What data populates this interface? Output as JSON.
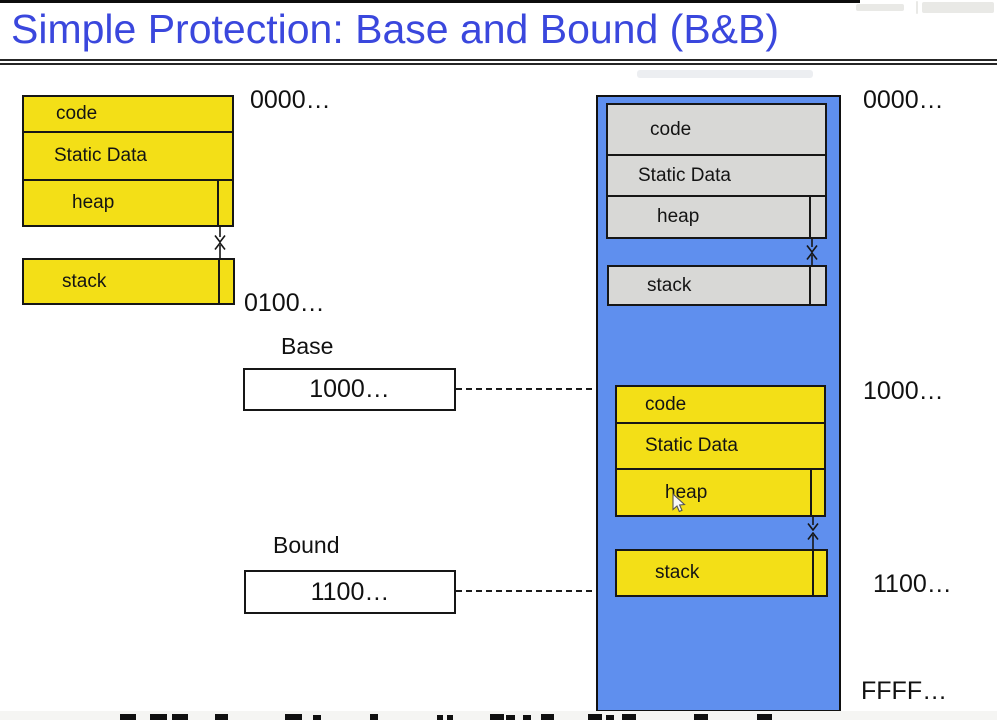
{
  "title": "Simple Protection: Base and Bound (B&B)",
  "colors": {
    "accent_yellow": "#F3DF17",
    "accent_blue": "#5F8FEE",
    "segment_gray": "#D8D8D6",
    "title_blue": "#3A47DD"
  },
  "left_process": {
    "code": "code",
    "static_data": "Static Data",
    "heap": "heap",
    "stack": "stack",
    "addr_top": "0000…",
    "addr_bottom": "0100…"
  },
  "registers": {
    "base_label": "Base",
    "base_value": "1000…",
    "bound_label": "Bound",
    "bound_value": "1100…"
  },
  "physical_memory": {
    "gray": {
      "code": "code",
      "static_data": "Static Data",
      "heap": "heap",
      "stack": "stack"
    },
    "yellow": {
      "code": "code",
      "static_data": "Static Data",
      "heap": "heap",
      "stack": "stack"
    },
    "addr_top": "0000…",
    "addr_base": "1000…",
    "addr_bound": "1100…",
    "addr_bottom": "FFFF…"
  }
}
